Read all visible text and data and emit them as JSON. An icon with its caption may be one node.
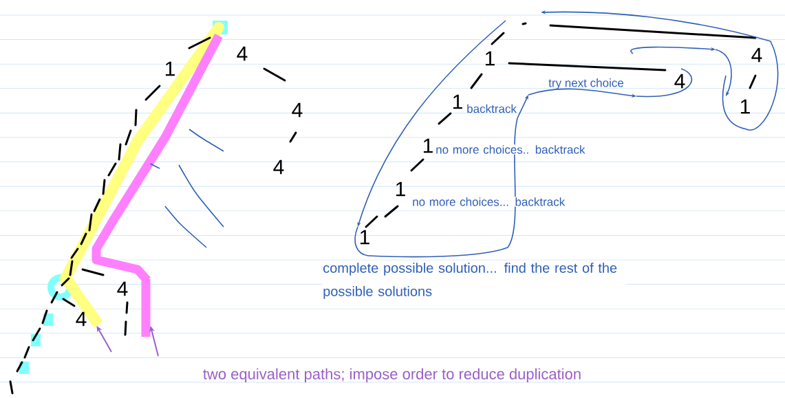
{
  "diagram": {
    "nodes": [
      {
        "text": [],
        "shape": "bar"
      },
      {
        "text": [],
        "shape": "bar"
      },
      {
        "text": [
          "two equivalent paths; impose order to reduce duplication"
        ]
      }
    ],
    "edges": [
      {
        "from": null,
        "to": 0,
        "arrow": "to",
        "color": "#9b5fc8"
      },
      {
        "from": null,
        "to": 1,
        "arrow": "to",
        "color": "#9b5fc8"
      }
    ],
    "labels": [
      "4",
      "1",
      "4",
      "1",
      "try next choice",
      "4",
      "1",
      "1",
      "backtrack",
      "4",
      "1",
      "no more choices.. backtrack",
      "4",
      "1",
      "no more choices... backtrack",
      "1",
      "complete possible solution... find the rest of the possible solutions",
      "4",
      "4"
    ]
  }
}
